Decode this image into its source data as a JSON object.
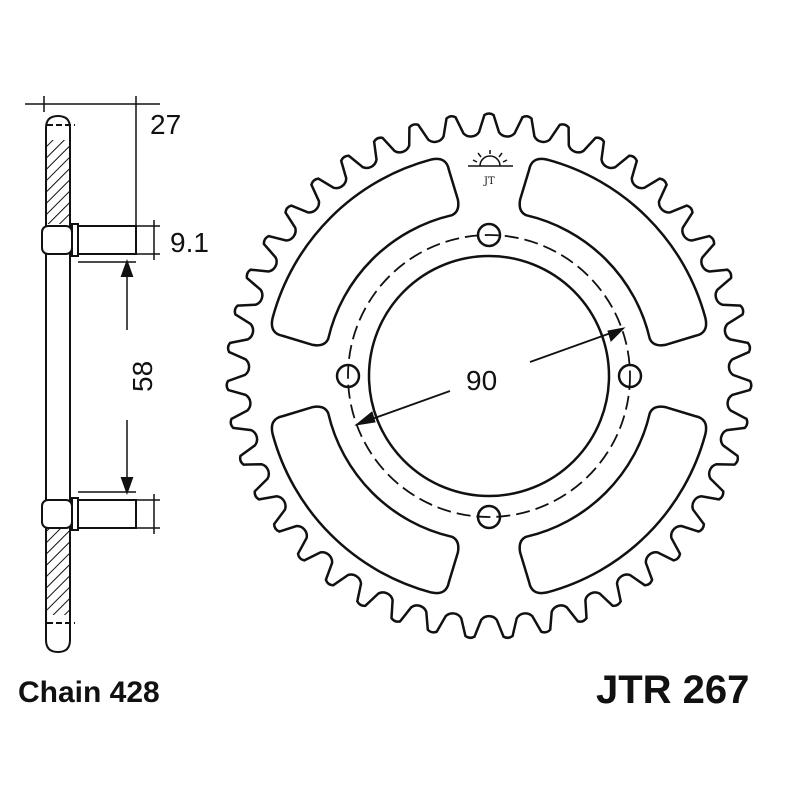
{
  "drawing": {
    "dimensions": {
      "width_total": "27",
      "hub_offset": "9.1",
      "bolt_spacing": "58",
      "bolt_circle_diameter": "90"
    },
    "chain_label": "Chain 428",
    "part_number": "JTR 267",
    "logo_icon": "rising-sun-logo-icon",
    "teeth": 43,
    "bolt_holes": 4
  }
}
